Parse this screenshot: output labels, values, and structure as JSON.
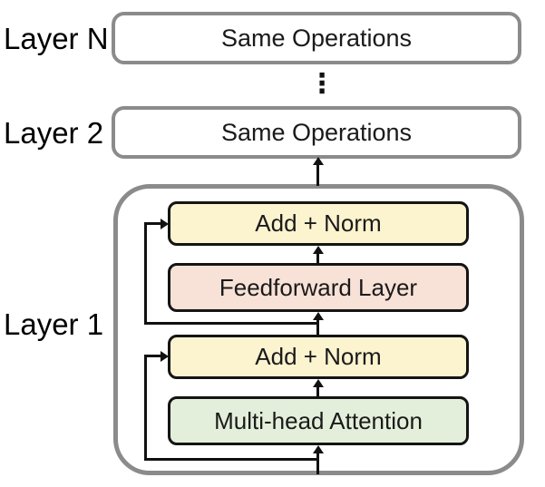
{
  "diagram": {
    "layer_n": {
      "label": "Layer N",
      "box_text": "Same Operations"
    },
    "ellipsis": "⋮",
    "layer_2": {
      "label": "Layer 2",
      "box_text": "Same Operations"
    },
    "layer_1": {
      "label": "Layer 1",
      "blocks": [
        {
          "name": "add-norm-top",
          "label": "Add + Norm",
          "fill": "#FCF3CF"
        },
        {
          "name": "feedforward",
          "label": "Feedforward Layer",
          "fill": "#F8E1D7"
        },
        {
          "name": "add-norm-bottom",
          "label": "Add + Norm",
          "fill": "#FCF3CF"
        },
        {
          "name": "multi-head-attention",
          "label": "Multi-head Attention",
          "fill": "#E3EFDA"
        }
      ]
    },
    "colors": {
      "outer_border": "#8B8B8B",
      "block_border": "#141414",
      "arrow": "#111111",
      "background": "#FFFFFF"
    }
  }
}
